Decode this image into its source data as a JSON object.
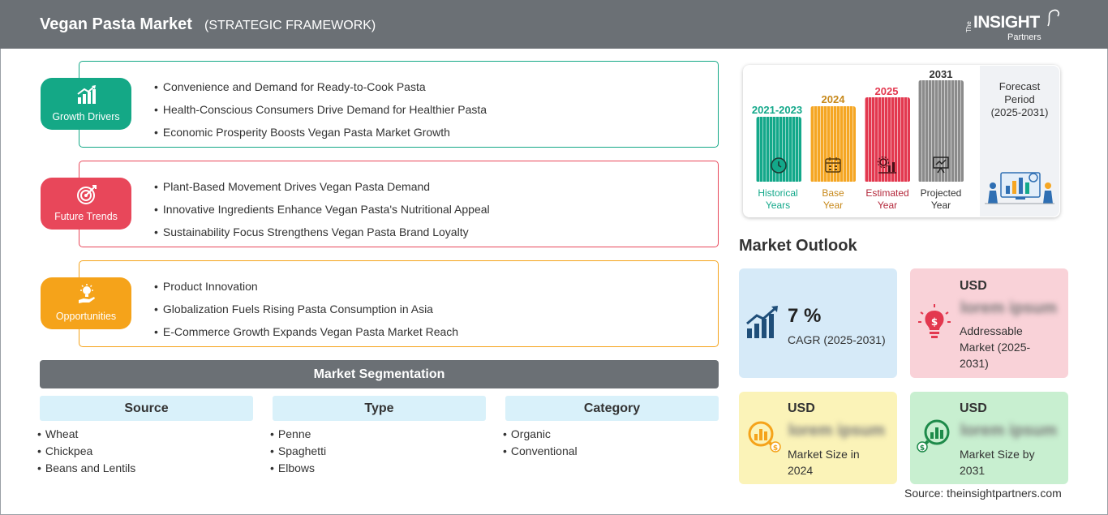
{
  "header": {
    "title": "Vegan Pasta Market",
    "subtitle": "(STRATEGIC FRAMEWORK)",
    "logo_the": "The",
    "logo_insight": "INSIGHT",
    "logo_partners": "Partners"
  },
  "colors": {
    "header_bg": "#6b7075",
    "growth": "#14a886",
    "trends": "#e8475a",
    "opportunities": "#f5a31a",
    "historical": "#13a88a",
    "base": "#f5a623",
    "estimated": "#e3384f",
    "projected": "#8b8b8b"
  },
  "sections": [
    {
      "label": "Growth Drivers",
      "icon": "bar-chart-growth-icon",
      "items": [
        "Convenience and Demand for Ready-to-Cook Pasta",
        "Health-Conscious Consumers Drive Demand for Healthier Pasta",
        "Economic Prosperity Boosts Vegan Pasta Market Growth"
      ]
    },
    {
      "label": "Future Trends",
      "icon": "target-icon",
      "items": [
        "Plant-Based Movement Drives Vegan Pasta Demand",
        "Innovative Ingredients Enhance Vegan Pasta's Nutritional Appeal",
        "Sustainability Focus Strengthens Vegan Pasta Brand Loyalty"
      ]
    },
    {
      "label": "Opportunities",
      "icon": "lightbulb-hand-icon",
      "items": [
        "Product Innovation",
        "Globalization Fuels Rising Pasta Consumption in Asia",
        "E-Commerce Growth Expands Vegan Pasta Market Reach"
      ]
    }
  ],
  "segmentation": {
    "title": "Market Segmentation",
    "columns": [
      {
        "heading": "Source",
        "items": [
          "Wheat",
          "Chickpea",
          "Beans and Lentils"
        ]
      },
      {
        "heading": "Type",
        "items": [
          "Penne",
          "Spaghetti",
          "Elbows"
        ]
      },
      {
        "heading": "Category",
        "items": [
          "Organic",
          "Conventional"
        ]
      }
    ]
  },
  "timeline": {
    "periods": [
      {
        "year": "2021-2023",
        "label_1": "Historical",
        "label_2": "Years",
        "icon": "history-icon"
      },
      {
        "year": "2024",
        "label_1": "Base",
        "label_2": "Year",
        "icon": "calendar-icon"
      },
      {
        "year": "2025",
        "label_1": "Estimated",
        "label_2": "Year",
        "icon": "gear-chart-icon"
      },
      {
        "year": "2031",
        "label_1": "Projected",
        "label_2": "Year",
        "icon": "presentation-icon"
      }
    ],
    "forecast_line1": "Forecast",
    "forecast_line2": "Period",
    "forecast_line3": "(2025-2031)"
  },
  "outlook": {
    "title": "Market Outlook",
    "cagr": {
      "value": "7 %",
      "label": "CAGR (2025-2031)"
    },
    "addressable": {
      "currency": "USD",
      "value": "lorem ipsum",
      "label_1": "Addressable",
      "label_2": "Market (2025-",
      "label_3": "2031)"
    },
    "size_2024": {
      "currency": "USD",
      "value": "lorem ipsum",
      "label_1": "Market Size in",
      "label_2": "2024"
    },
    "size_2031": {
      "currency": "USD",
      "value": "lorem ipsum",
      "label_1": "Market Size by",
      "label_2": "2031"
    }
  },
  "source": "Source: theinsightpartners.com"
}
